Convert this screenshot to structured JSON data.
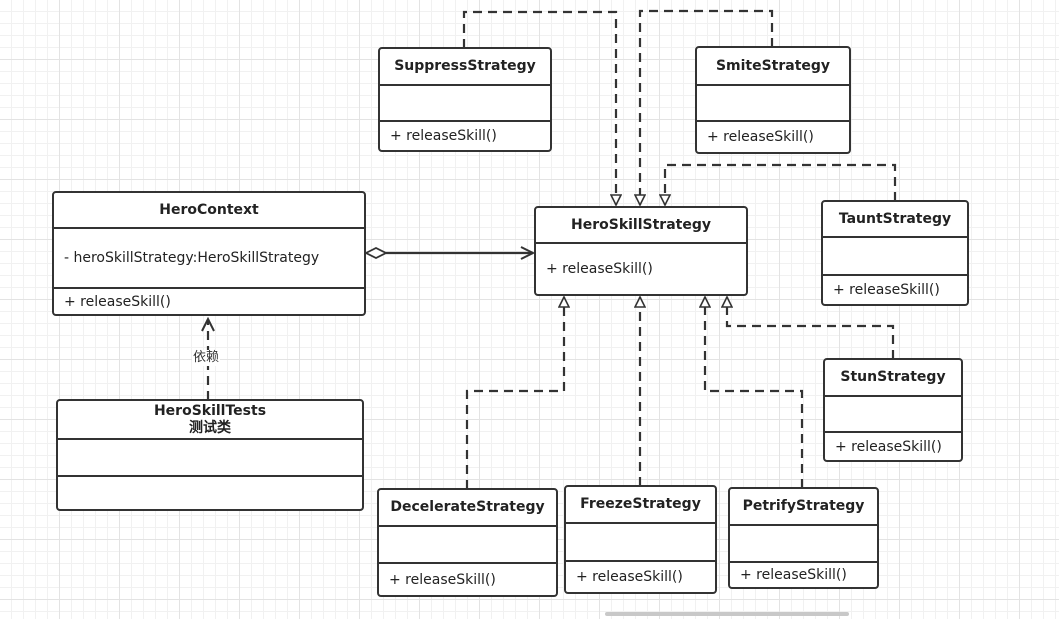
{
  "diagram": {
    "classes": {
      "hero_context": {
        "name": "HeroContext",
        "attribute": "- heroSkillStrategy:HeroSkillStrategy",
        "operation": "+ releaseSkill()"
      },
      "hero_skill_tests": {
        "name": "HeroSkillTests",
        "subtitle": "测试类",
        "attribute": "",
        "operation": ""
      },
      "hero_skill_strategy": {
        "name": "HeroSkillStrategy",
        "operation": "+ releaseSkill()"
      },
      "suppress_strategy": {
        "name": "SuppressStrategy",
        "attribute": "",
        "operation": "+ releaseSkill()"
      },
      "smite_strategy": {
        "name": "SmiteStrategy",
        "attribute": "",
        "operation": "+ releaseSkill()"
      },
      "taunt_strategy": {
        "name": "TauntStrategy",
        "attribute": "",
        "operation": "+ releaseSkill()"
      },
      "stun_strategy": {
        "name": "StunStrategy",
        "attribute": "",
        "operation": "+ releaseSkill()"
      },
      "decelerate_strategy": {
        "name": "DecelerateStrategy",
        "attribute": "",
        "operation": "+ releaseSkill()"
      },
      "freeze_strategy": {
        "name": "FreezeStrategy",
        "attribute": "",
        "operation": "+ releaseSkill()"
      },
      "petrify_strategy": {
        "name": "PetrifyStrategy",
        "attribute": "",
        "operation": "+ releaseSkill()"
      }
    },
    "relations": {
      "dependency_label": "依赖"
    },
    "colors": {
      "line": "#333333",
      "grid": "#e3e3e3",
      "background": "#ffffff"
    }
  }
}
